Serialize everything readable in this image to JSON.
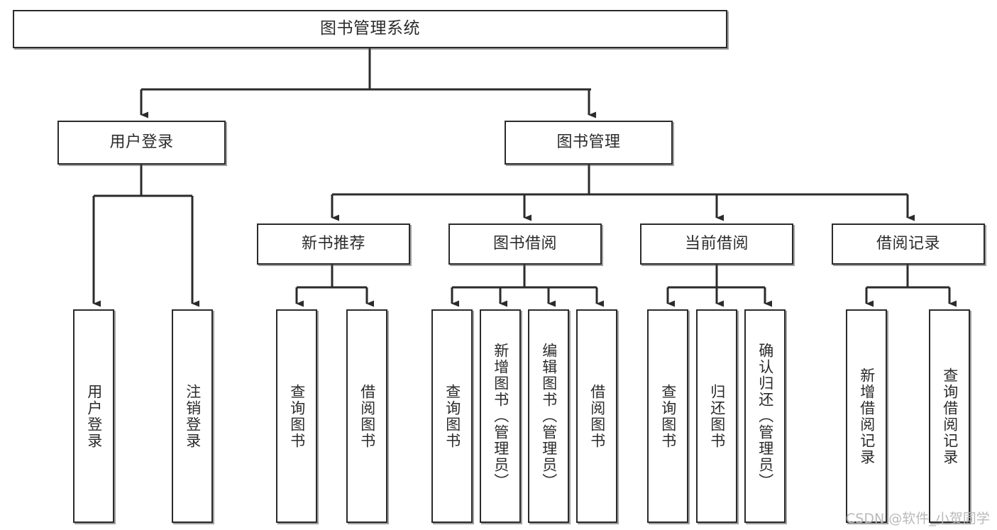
{
  "diagram": {
    "type": "tree-hierarchy-flowchart",
    "title": "图书管理系统",
    "colors": {
      "stroke": "#2b2b2b",
      "fill": "#ffffff",
      "background": "#ffffff",
      "watermark": "#b9b9b9"
    },
    "levels": [
      {
        "level": 1,
        "nodes": [
          {
            "id": "root",
            "label": "图书管理系统",
            "orientation": "horizontal"
          }
        ]
      },
      {
        "level": 2,
        "nodes": [
          {
            "id": "user-login",
            "label": "用户登录",
            "orientation": "horizontal",
            "parent": "root"
          },
          {
            "id": "book-manage",
            "label": "图书管理",
            "orientation": "horizontal",
            "parent": "root"
          }
        ]
      },
      {
        "level": 3,
        "nodes": [
          {
            "id": "new-book-rec",
            "label": "新书推荐",
            "orientation": "horizontal",
            "parent": "book-manage"
          },
          {
            "id": "book-borrow",
            "label": "图书借阅",
            "orientation": "horizontal",
            "parent": "book-manage"
          },
          {
            "id": "current-borrow",
            "label": "当前借阅",
            "orientation": "horizontal",
            "parent": "book-manage"
          },
          {
            "id": "borrow-record",
            "label": "借阅记录",
            "orientation": "horizontal",
            "parent": "book-manage"
          }
        ]
      },
      {
        "level": 4,
        "nodes": [
          {
            "id": "leaf-1",
            "label": "用户登录",
            "orientation": "vertical",
            "parent": "user-login"
          },
          {
            "id": "leaf-2",
            "label": "注销登录",
            "orientation": "vertical",
            "parent": "user-login"
          },
          {
            "id": "leaf-3",
            "label": "查询图书",
            "orientation": "vertical",
            "parent": "new-book-rec"
          },
          {
            "id": "leaf-4",
            "label": "借阅图书",
            "orientation": "vertical",
            "parent": "new-book-rec"
          },
          {
            "id": "leaf-5",
            "label": "查询图书",
            "orientation": "vertical",
            "parent": "book-borrow"
          },
          {
            "id": "leaf-6",
            "label": "新增图书（管理员）",
            "orientation": "vertical",
            "parent": "book-borrow"
          },
          {
            "id": "leaf-7",
            "label": "编辑图书（管理员）",
            "orientation": "vertical",
            "parent": "book-borrow"
          },
          {
            "id": "leaf-8",
            "label": "借阅图书",
            "orientation": "vertical",
            "parent": "book-borrow"
          },
          {
            "id": "leaf-9",
            "label": "查询图书",
            "orientation": "vertical",
            "parent": "current-borrow"
          },
          {
            "id": "leaf-10",
            "label": "归还图书",
            "orientation": "vertical",
            "parent": "current-borrow"
          },
          {
            "id": "leaf-11",
            "label": "确认归还（管理员）",
            "orientation": "vertical",
            "parent": "current-borrow"
          },
          {
            "id": "leaf-12",
            "label": "新增借阅记录",
            "orientation": "vertical",
            "parent": "borrow-record"
          },
          {
            "id": "leaf-13",
            "label": "查询借阅记录",
            "orientation": "vertical",
            "parent": "borrow-record"
          }
        ]
      }
    ],
    "watermark": "CSDN @软件_小贺同学"
  }
}
